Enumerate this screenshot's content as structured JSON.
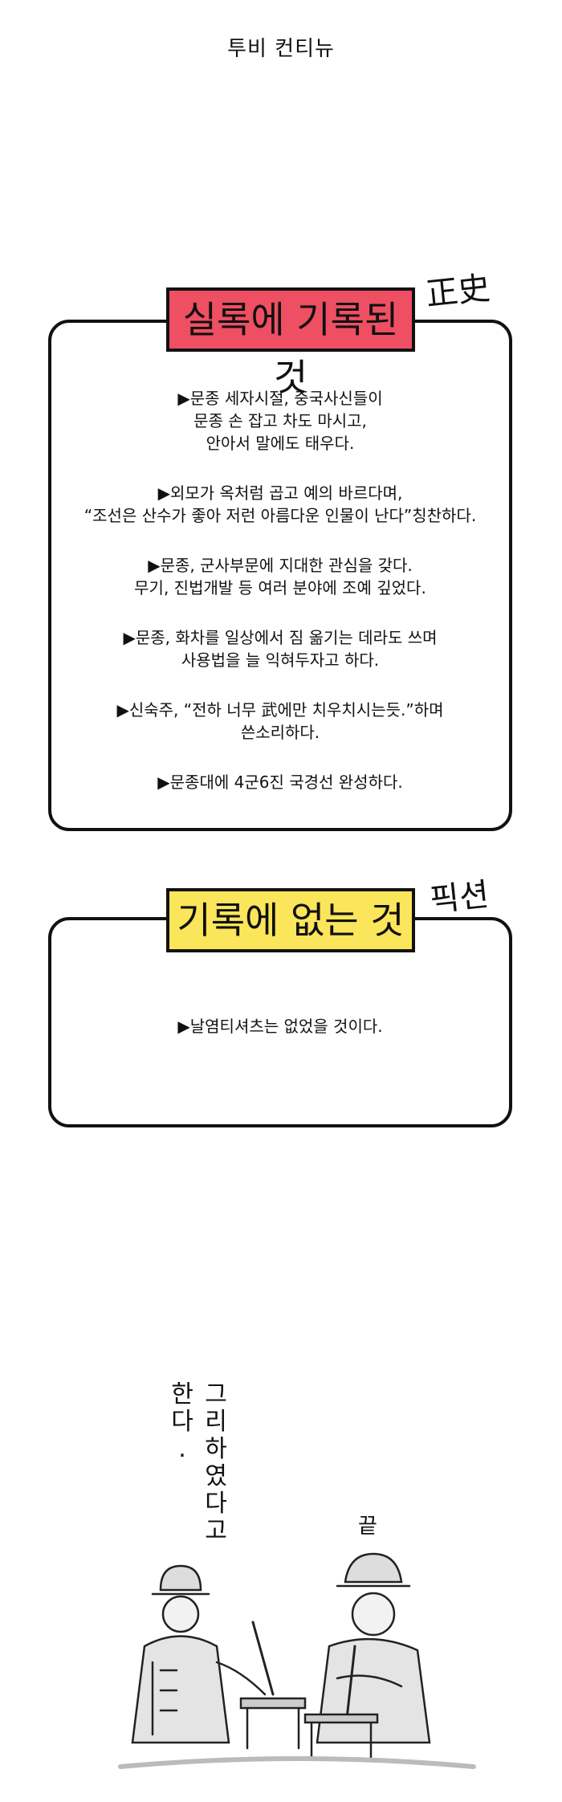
{
  "page_title": "투비 컨티뉴",
  "section_recorded": {
    "label": "실록에 기록된것",
    "tag": "正史",
    "entries": [
      [
        "▶문종 세자시절, 중국사신들이",
        "문종 손 잡고 차도 마시고,",
        "안아서 말에도 태우다."
      ],
      [
        "▶외모가 옥처럼 곱고 예의 바르다며,",
        "“조선은 산수가 좋아 저런 아름다운 인물이 난다”칭찬하다."
      ],
      [
        "▶문종, 군사부문에 지대한 관심을 갖다.",
        "무기, 진법개발 등 여러 분야에 조예 깊었다."
      ],
      [
        "▶문종, 화차를 일상에서 짐 옮기는 데라도 쓰며",
        "사용법을 늘 익혀두자고 하다."
      ],
      [
        "▶신숙주, “전하 너무 武에만 치우치시는듯.”하며",
        "쓴소리하다."
      ],
      [
        "▶문종대에 4군6진 국경선 완성하다."
      ]
    ]
  },
  "section_fiction": {
    "label": "기록에 없는 것",
    "tag": "픽션",
    "entries": [
      [
        "▶날염티셔츠는 없었을 것이다."
      ]
    ]
  },
  "vertical_text_1": "그리하였다고",
  "vertical_text_2": "한다.",
  "ending": "끝",
  "colors": {
    "red_label": "#ef4f63",
    "yellow_label": "#fbe55a",
    "ink": "#111111"
  }
}
